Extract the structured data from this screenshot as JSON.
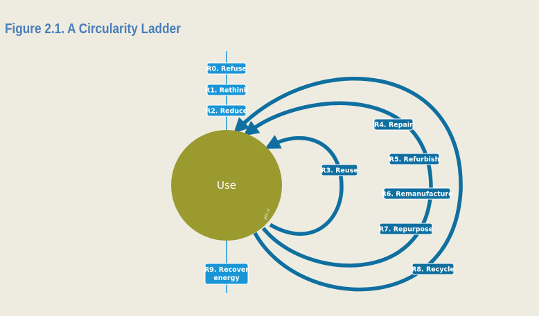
{
  "figure": {
    "title": "Figure 2.1. A Circularity Ladder"
  },
  "diagram": {
    "center": {
      "label": "Use",
      "credit": "pbl.nl",
      "color": "#9a9a2f"
    },
    "colors": {
      "loop": "#0f6fa0",
      "label_light": "#1a96d6",
      "label_dark": "#0f6fa0",
      "line": "#1a96d6"
    },
    "inflow": [
      {
        "id": "r0",
        "label": "R0. Refuse"
      },
      {
        "id": "r1",
        "label": "R1. Rethink"
      },
      {
        "id": "r2",
        "label": "R2. Reduce"
      }
    ],
    "loops": [
      {
        "id": "r3",
        "label": "R3. Reuse"
      },
      {
        "id": "r4",
        "label": "R4. Repair"
      },
      {
        "id": "r5",
        "label": "R5. Refurbish"
      },
      {
        "id": "r6",
        "label": "R6. Remanufacture"
      },
      {
        "id": "r7",
        "label": "R7. Repurpose"
      },
      {
        "id": "r8",
        "label": "R8. Recycle"
      }
    ],
    "outflow": {
      "id": "r9",
      "line1": "R9. Recover",
      "line2": "energy"
    }
  }
}
